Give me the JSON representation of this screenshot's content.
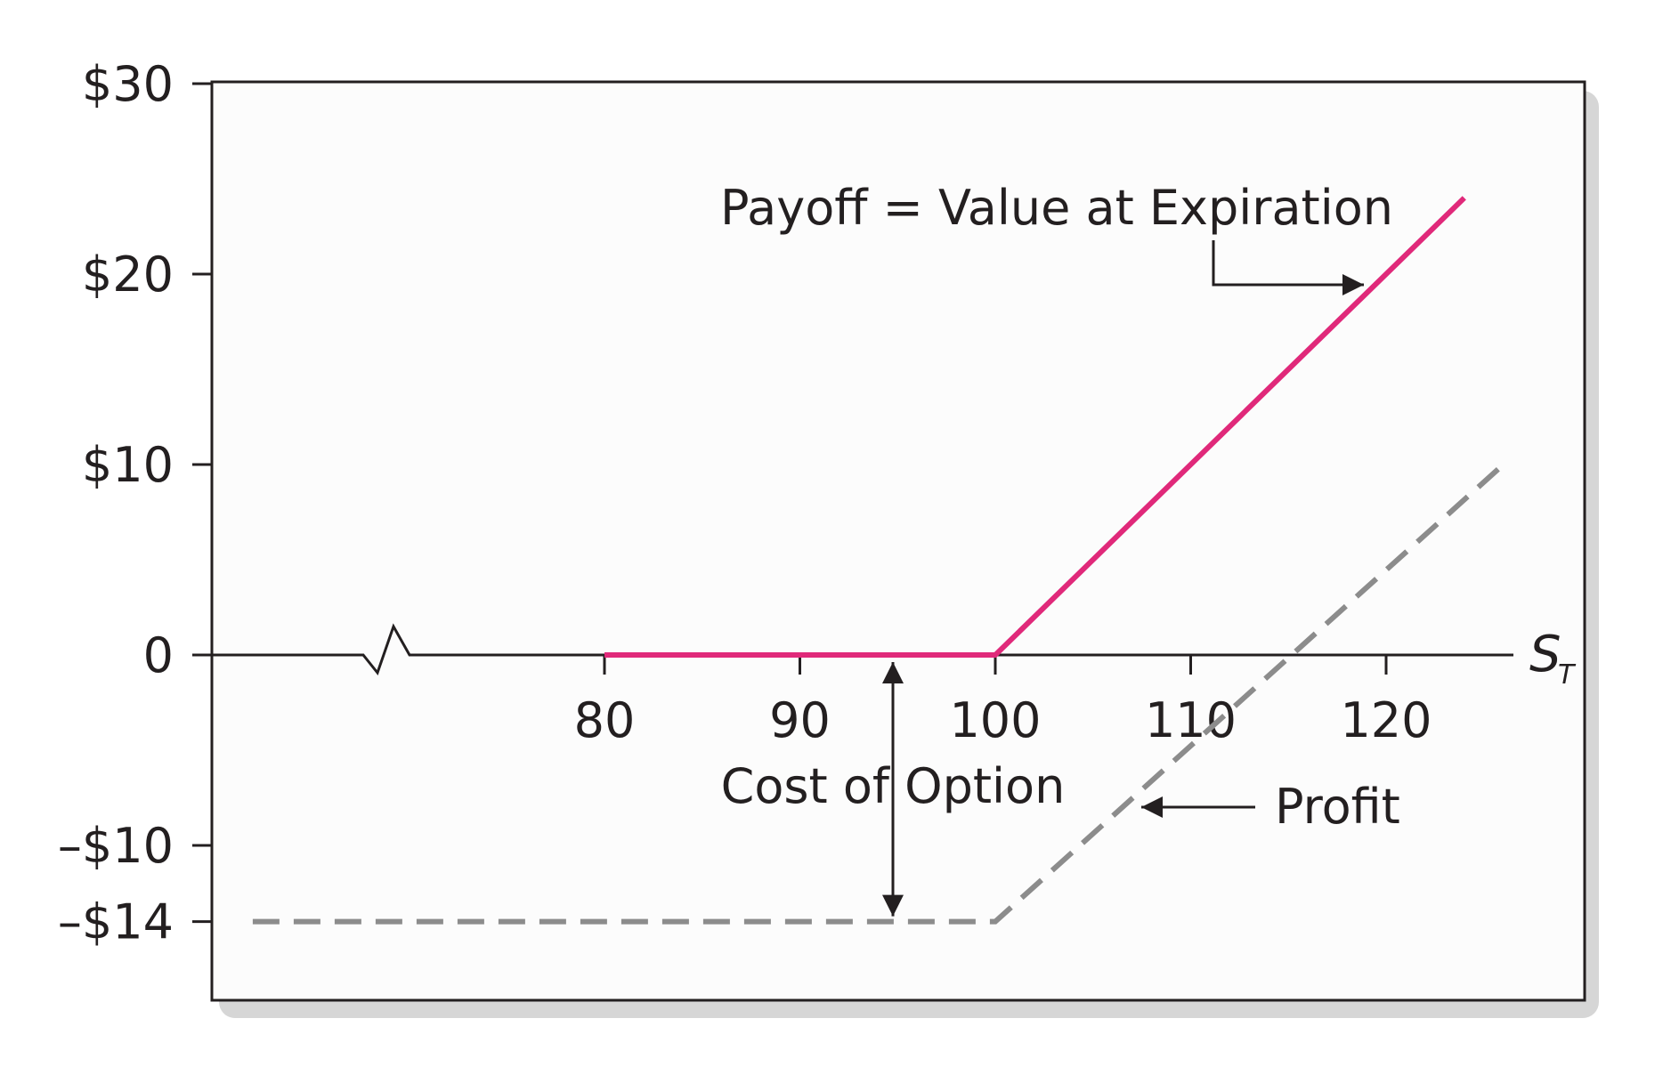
{
  "chart_data": {
    "type": "line",
    "title": "",
    "xlabel": "S",
    "xlabel_subscript": "T",
    "ylabel": "",
    "xlim": [
      60,
      130
    ],
    "ylim": [
      -18,
      30
    ],
    "x_axis_break": true,
    "grid": false,
    "x_ticks": [
      {
        "value": 80,
        "label": "80"
      },
      {
        "value": 90,
        "label": "90"
      },
      {
        "value": 100,
        "label": "100"
      },
      {
        "value": 110,
        "label": "110"
      },
      {
        "value": 120,
        "label": "120"
      }
    ],
    "y_ticks": [
      {
        "value": 30,
        "label": "$30"
      },
      {
        "value": 20,
        "label": "$20"
      },
      {
        "value": 10,
        "label": "$10"
      },
      {
        "value": 0,
        "label": "0"
      },
      {
        "value": -10,
        "label": "–$10"
      },
      {
        "value": -14,
        "label": "–$14"
      }
    ],
    "series": [
      {
        "key": "payoff",
        "color": "#e0297a",
        "style": "solid",
        "points": [
          [
            80,
            0
          ],
          [
            100,
            0
          ],
          [
            124,
            24
          ]
        ]
      },
      {
        "key": "profit",
        "color": "#8c8c8c",
        "style": "dashed",
        "points": [
          [
            62,
            -14
          ],
          [
            100,
            -14
          ],
          [
            126,
            10
          ]
        ]
      }
    ],
    "annotations": {
      "payoff_label": "Payoff = Value at Expiration",
      "profit_label": "Profit",
      "cost_label": "Cost of Option"
    }
  }
}
